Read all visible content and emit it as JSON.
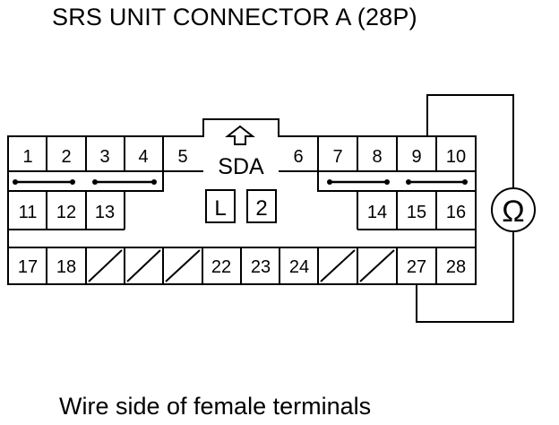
{
  "title": "SRS UNIT CONNECTOR A (28P)",
  "caption": "Wire side of female terminals",
  "connector_label": "SDA",
  "badges": {
    "left": "L",
    "right": "2"
  },
  "ohmmeter_symbol": "Ω",
  "icons": {
    "arrow": "up-arrow-icon",
    "meter": "ohmmeter-icon"
  },
  "terminals": {
    "row1": [
      "1",
      "2",
      "3",
      "4",
      "5",
      "6",
      "7",
      "8",
      "9",
      "10"
    ],
    "row2": [
      "11",
      "12",
      "13",
      "14",
      "15",
      "16"
    ],
    "row3": [
      "17",
      "18",
      "22",
      "23",
      "24",
      "27",
      "28"
    ]
  }
}
